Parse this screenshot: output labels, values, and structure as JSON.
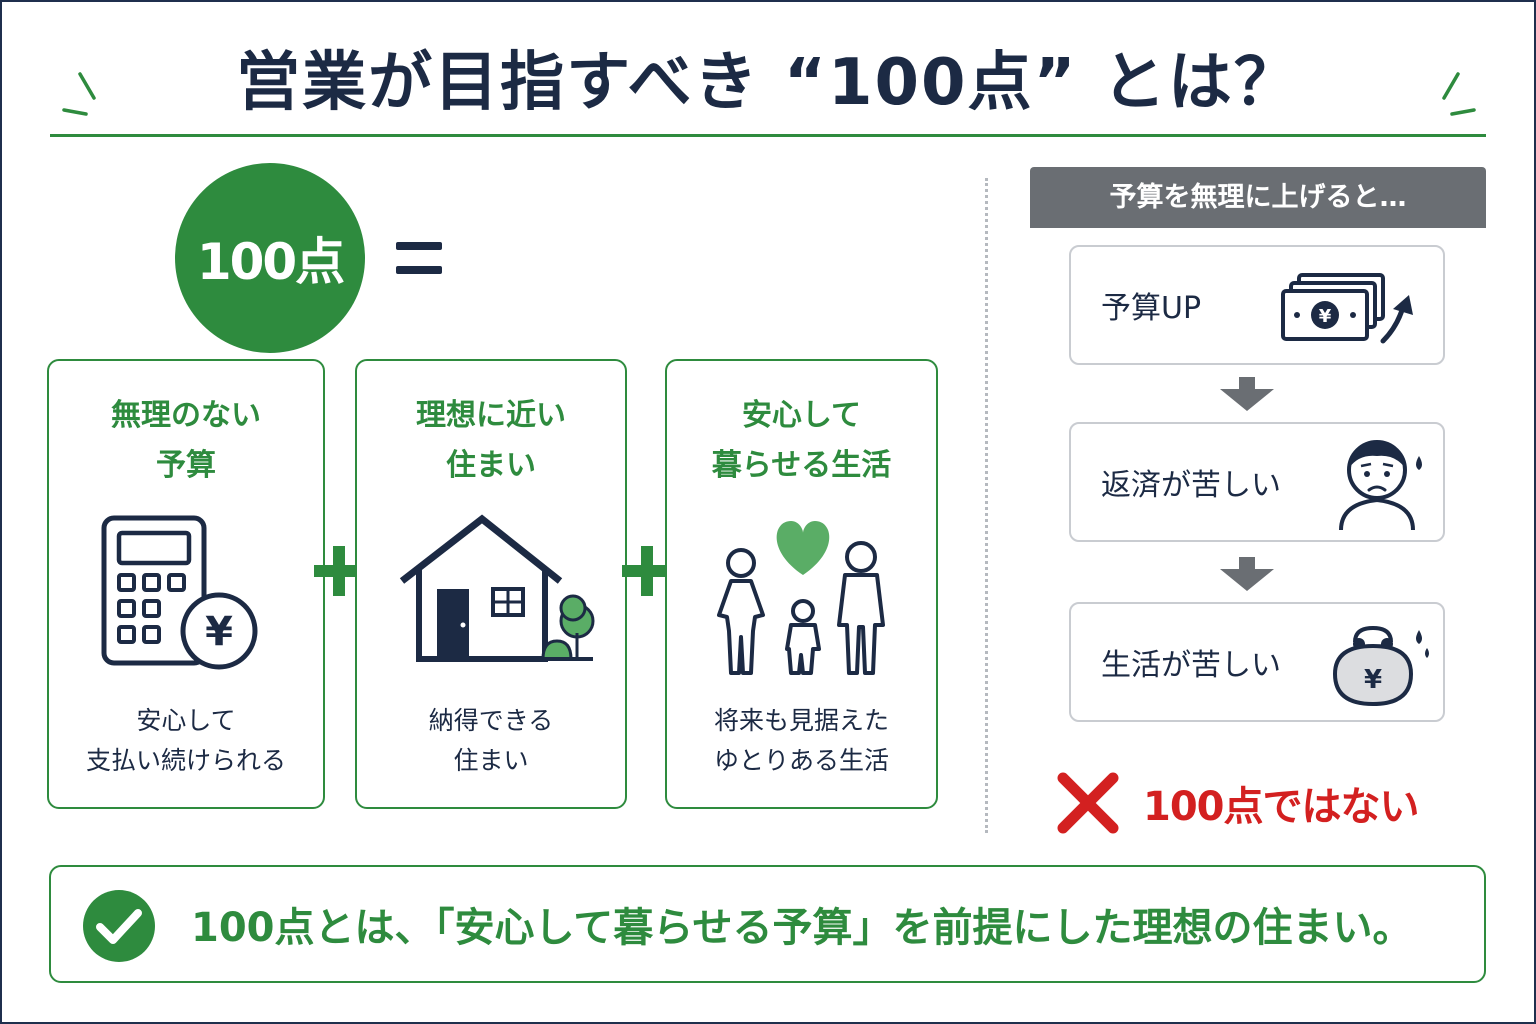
{
  "title": "営業が目指すべき “100点” とは？",
  "badge": "100点",
  "cards": [
    {
      "title_lines": [
        "無理のない",
        "予算"
      ],
      "desc_lines": [
        "安心して",
        "支払い続けられる"
      ],
      "icon": "calculator-yen-icon"
    },
    {
      "title_lines": [
        "理想に近い",
        "住まい"
      ],
      "desc_lines": [
        "納得できる",
        "住まい"
      ],
      "icon": "house-icon"
    },
    {
      "title_lines": [
        "安心して",
        "暮らせる生活"
      ],
      "desc_lines": [
        "将来も見据えた",
        "ゆとりある生活"
      ],
      "icon": "family-heart-icon"
    }
  ],
  "warning": {
    "header": "予算を無理に上げると…",
    "steps": [
      {
        "label": "予算UP",
        "icon": "money-up-icon"
      },
      {
        "label": "返済が苦しい",
        "icon": "worried-face-icon"
      },
      {
        "label": "生活が苦しい",
        "icon": "wallet-yen-icon"
      }
    ],
    "result": "100点ではない"
  },
  "summary": "100点とは、「安心して暮らせる予算」を前提にした理想の住まい。",
  "colors": {
    "green": "#2e8b3e",
    "navy": "#1c2a44",
    "gray_header": "#6a6e73",
    "red": "#d32020",
    "border_gray": "#c9ccd1"
  }
}
